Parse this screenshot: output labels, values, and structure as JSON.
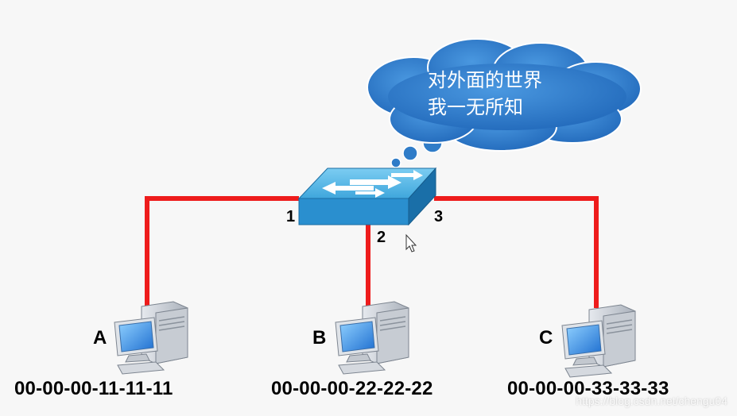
{
  "cloud": {
    "line1": "对外面的世界",
    "line2": "我一无所知"
  },
  "switch": {
    "ports": [
      "1",
      "2",
      "3"
    ]
  },
  "hosts": [
    {
      "label": "A",
      "mac": "00-00-00-11-11-11"
    },
    {
      "label": "B",
      "mac": "00-00-00-22-22-22"
    },
    {
      "label": "C",
      "mac": "00-00-00-33-33-33"
    }
  ],
  "watermark": "https://blog.csdn.net/chengu04",
  "colors": {
    "link": "#ee1c1c",
    "switch_top": "#57b8e6",
    "switch_side": "#1e86c4",
    "cloud": "#2f7cc8"
  }
}
